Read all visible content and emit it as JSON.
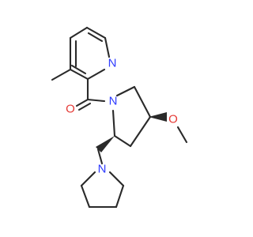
{
  "molecule": {
    "atoms": {
      "pyridine_n": {
        "symbol": "N",
        "color": "#2f3cff"
      },
      "carbonyl_o": {
        "symbol": "O",
        "color": "#e53935"
      },
      "pyrrolidine_n": {
        "symbol": "N",
        "color": "#2f3cff"
      },
      "methoxy_o": {
        "symbol": "O",
        "color": "#e53935"
      },
      "pyrrolidinyl_n": {
        "symbol": "N",
        "color": "#2f3cff"
      }
    },
    "bond_color": "#2a2a2a"
  }
}
